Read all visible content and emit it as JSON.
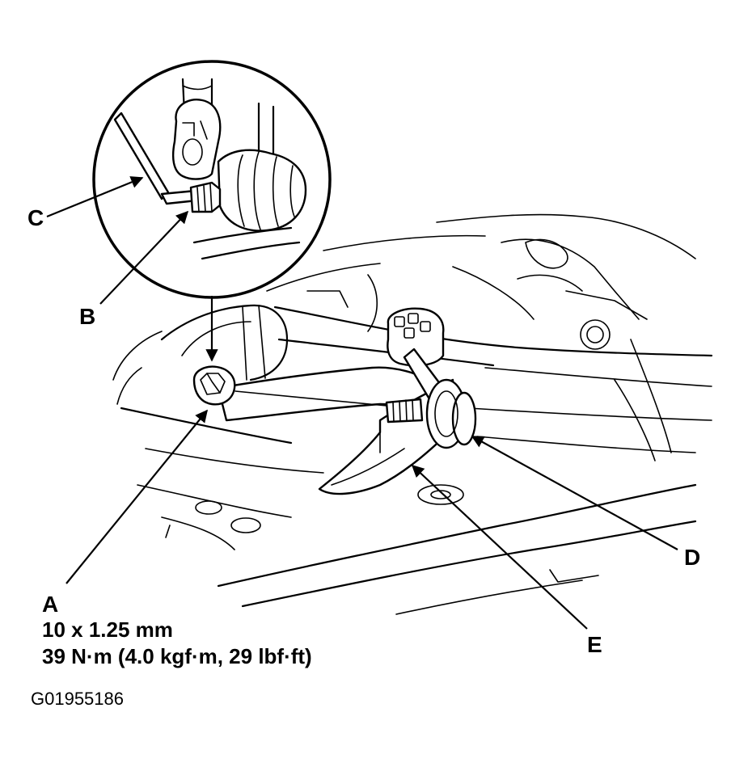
{
  "callouts": {
    "a": "A",
    "b": "B",
    "c": "C",
    "d": "D",
    "e": "E"
  },
  "spec": {
    "thread": "10 x 1.25 mm",
    "torque": "39 N·m (4.0 kgf·m, 29 lbf·ft)"
  },
  "figure_id": "G01955186"
}
